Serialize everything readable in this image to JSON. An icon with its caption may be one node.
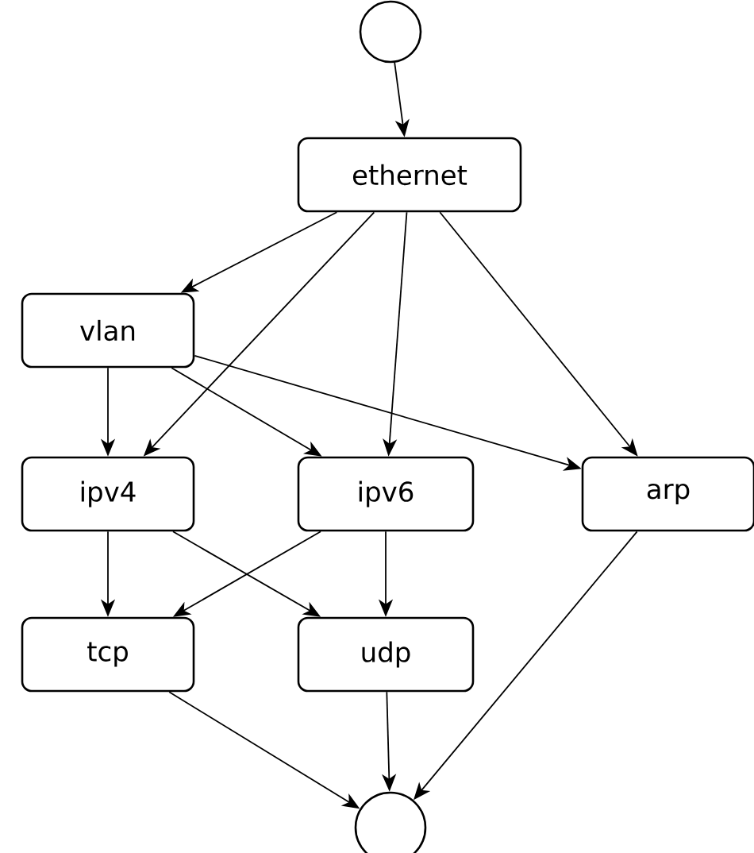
{
  "diagram": {
    "nodes": [
      {
        "text": [],
        "shape": "circle"
      },
      {
        "text": [
          "ethernet"
        ]
      },
      {
        "text": [
          "vlan"
        ]
      },
      {
        "text": [
          "ipv4"
        ]
      },
      {
        "text": [
          "ipv6"
        ]
      },
      {
        "text": [
          "arp"
        ]
      },
      {
        "text": [
          "tcp"
        ]
      },
      {
        "text": [
          "udp"
        ]
      },
      {
        "text": [],
        "shape": "circle"
      }
    ],
    "edges": [
      {
        "from": 0,
        "to": 1,
        "arrow": "to"
      },
      {
        "from": 1,
        "to": 2,
        "arrow": "to"
      },
      {
        "from": 1,
        "to": 3,
        "arrow": "to"
      },
      {
        "from": 1,
        "to": 4,
        "arrow": "to"
      },
      {
        "from": 1,
        "to": 5,
        "arrow": "to"
      },
      {
        "from": 2,
        "to": 3,
        "arrow": "to"
      },
      {
        "from": 2,
        "to": 4,
        "arrow": "to"
      },
      {
        "from": 2,
        "to": 5,
        "arrow": "to"
      },
      {
        "from": 3,
        "to": 6,
        "arrow": "to"
      },
      {
        "from": 3,
        "to": 7,
        "arrow": "to"
      },
      {
        "from": 4,
        "to": 6,
        "arrow": "to"
      },
      {
        "from": 4,
        "to": 7,
        "arrow": "to"
      },
      {
        "from": 5,
        "to": 8,
        "arrow": "to"
      },
      {
        "from": 6,
        "to": 8,
        "arrow": "to"
      },
      {
        "from": 7,
        "to": 8,
        "arrow": "to"
      }
    ]
  }
}
